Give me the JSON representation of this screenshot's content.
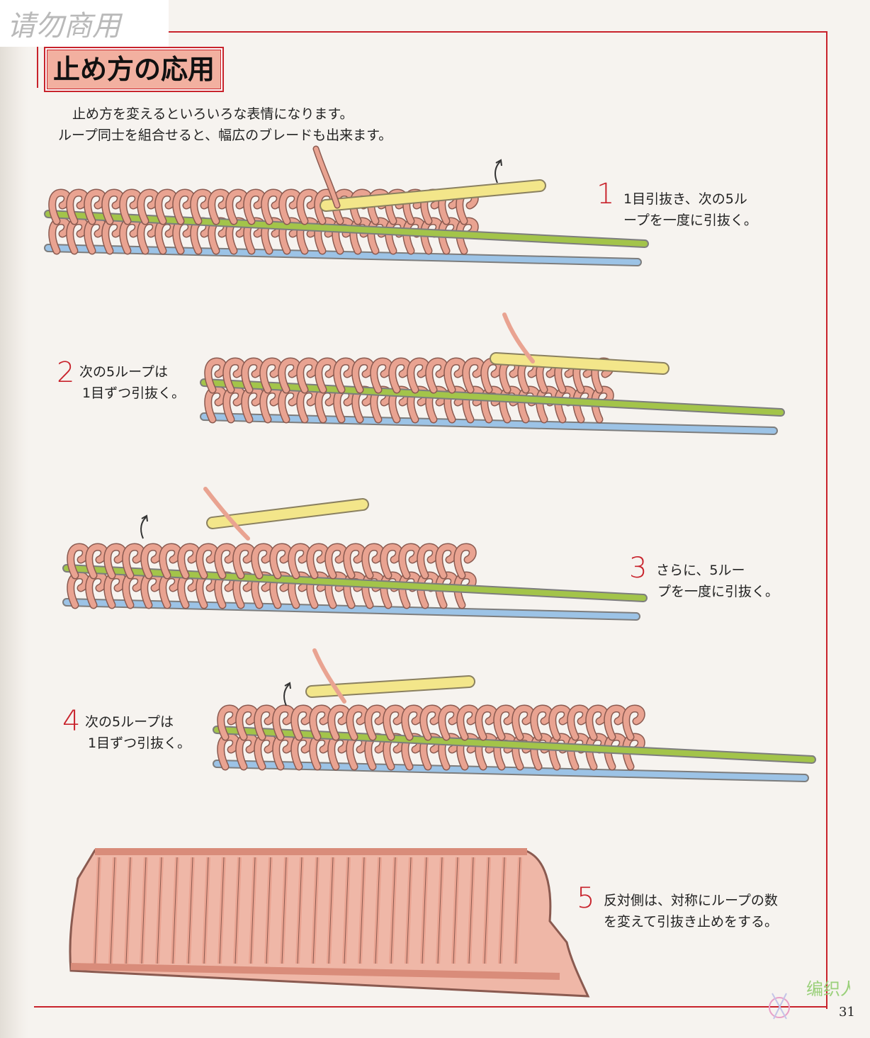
{
  "watermark": "请勿商用",
  "title": "止め方の応用",
  "intro": {
    "line1": "止め方を変えるといろいろな表情になります。",
    "line2": "ループ同士を組合せると、幅広のブレードも出来ます。"
  },
  "steps": [
    {
      "number": "1",
      "line1": "1目引抜き、次の5ル",
      "line2": "ープを一度に引抜く。"
    },
    {
      "number": "2",
      "line1": "次の5ループは",
      "line2": "1目ずつ引抜く。"
    },
    {
      "number": "3",
      "line1": "さらに、5ルー",
      "line2": "プを一度に引抜く。"
    },
    {
      "number": "4",
      "line1": "次の5ループは",
      "line2": "1目ずつ引抜く。"
    },
    {
      "number": "5",
      "line1": "反対側は、対称にループの数",
      "line2": "を変えて引抜き止めをする。"
    }
  ],
  "page_number": "31",
  "logo_text": "编织人生",
  "colors": {
    "accent": "#c8232c",
    "yarn": "#e9a391",
    "needle_green": "#a3c44a",
    "needle_blue": "#9cc3e6",
    "hook": "#f3e68a"
  },
  "icons": [
    "crochet-hook-icon",
    "knitting-needle-icon",
    "arrow-icon"
  ]
}
